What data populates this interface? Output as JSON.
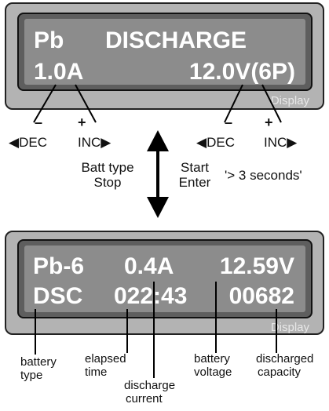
{
  "top_display": {
    "line1_left": "Pb",
    "line1_right": "DISCHARGE",
    "line2_left": "1.0A",
    "line2_right": "12.0V(6P)",
    "brand": "Display"
  },
  "top_buttons": {
    "dec_minus": "–",
    "dec_label": "◀DEC",
    "inc_plus": "+",
    "inc_label": "INC▶",
    "dec2_minus": "–",
    "dec2_label": "◀DEC",
    "inc2_plus": "+",
    "inc2_label": "INC▶"
  },
  "actions": {
    "left_line1": "Batt type",
    "left_line2": "Stop",
    "right_line1": "Start",
    "right_line2": "Enter",
    "hold_note": "'> 3 seconds'"
  },
  "bottom_display": {
    "line1_left": "Pb-6",
    "line1_mid": "0.4A",
    "line1_right": "12.59V",
    "line2_left": "DSC",
    "line2_mid": "022:43",
    "line2_right": "00682",
    "brand": "Display"
  },
  "callouts": {
    "battery_type_1": "battery",
    "battery_type_2": "type",
    "elapsed_1": "elapsed",
    "elapsed_2": "time",
    "current_1": "discharge",
    "current_2": "current",
    "voltage_1": "battery",
    "voltage_2": "voltage",
    "capacity_1": "discharged",
    "capacity_2": "capacity"
  },
  "colors": {
    "lcd_bg": "#8c8c8c",
    "frame_bg": "#b3b3b3",
    "text": "#ffffff",
    "line": "#000000"
  }
}
